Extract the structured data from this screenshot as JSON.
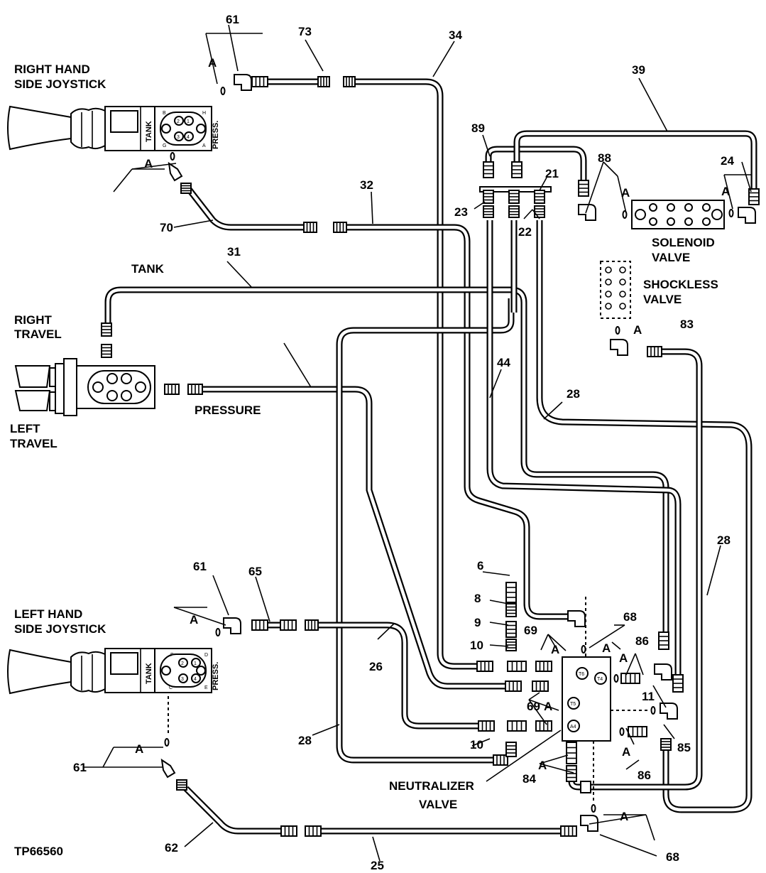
{
  "figure_id": "TP66560",
  "components": {
    "right_joystick": [
      "RIGHT HAND",
      "SIDE JOYSTICK"
    ],
    "left_joystick": [
      "LEFT HAND",
      "SIDE JOYSTICK"
    ],
    "right_travel": [
      "RIGHT",
      "TRAVEL"
    ],
    "left_travel": [
      "LEFT",
      "TRAVEL"
    ],
    "solenoid_valve": [
      "SOLENOID",
      "VALVE"
    ],
    "shockless_valve": [
      "SHOCKLESS",
      "VALVE"
    ],
    "neutralizer_valve": [
      "NEUTRALIZER",
      "VALVE"
    ],
    "tank": "TANK",
    "pressure": "PRESSURE"
  },
  "joystick_face": {
    "tank": "TANK",
    "press": "PRESS.",
    "right_ports": [
      "1",
      "2",
      "3",
      "4"
    ],
    "right_letters": [
      "B",
      "H",
      "G",
      "A"
    ],
    "left_ports": [
      "1",
      "2",
      "3",
      "4"
    ],
    "left_letters": [
      "F",
      "D",
      "C",
      "E"
    ]
  },
  "neutralizer_ports": [
    "T6",
    "T4",
    "T5",
    "A4"
  ],
  "detail_marker": "A",
  "callouts": {
    "n61": "61",
    "n73": "73",
    "n34": "34",
    "n39": "39",
    "n89": "89",
    "n88": "88",
    "n24": "24",
    "n21": "21",
    "n23": "23",
    "n22": "22",
    "n32": "32",
    "n70": "70",
    "n31": "31",
    "n83": "83",
    "n44": "44",
    "n28": "28",
    "n6": "6",
    "n8": "8",
    "n9": "9",
    "n10": "10",
    "n69": "69",
    "n68": "68",
    "n86": "86",
    "n11": "11",
    "n85": "85",
    "n84": "84",
    "n65": "65",
    "n26": "26",
    "n62": "62",
    "n25": "25"
  }
}
